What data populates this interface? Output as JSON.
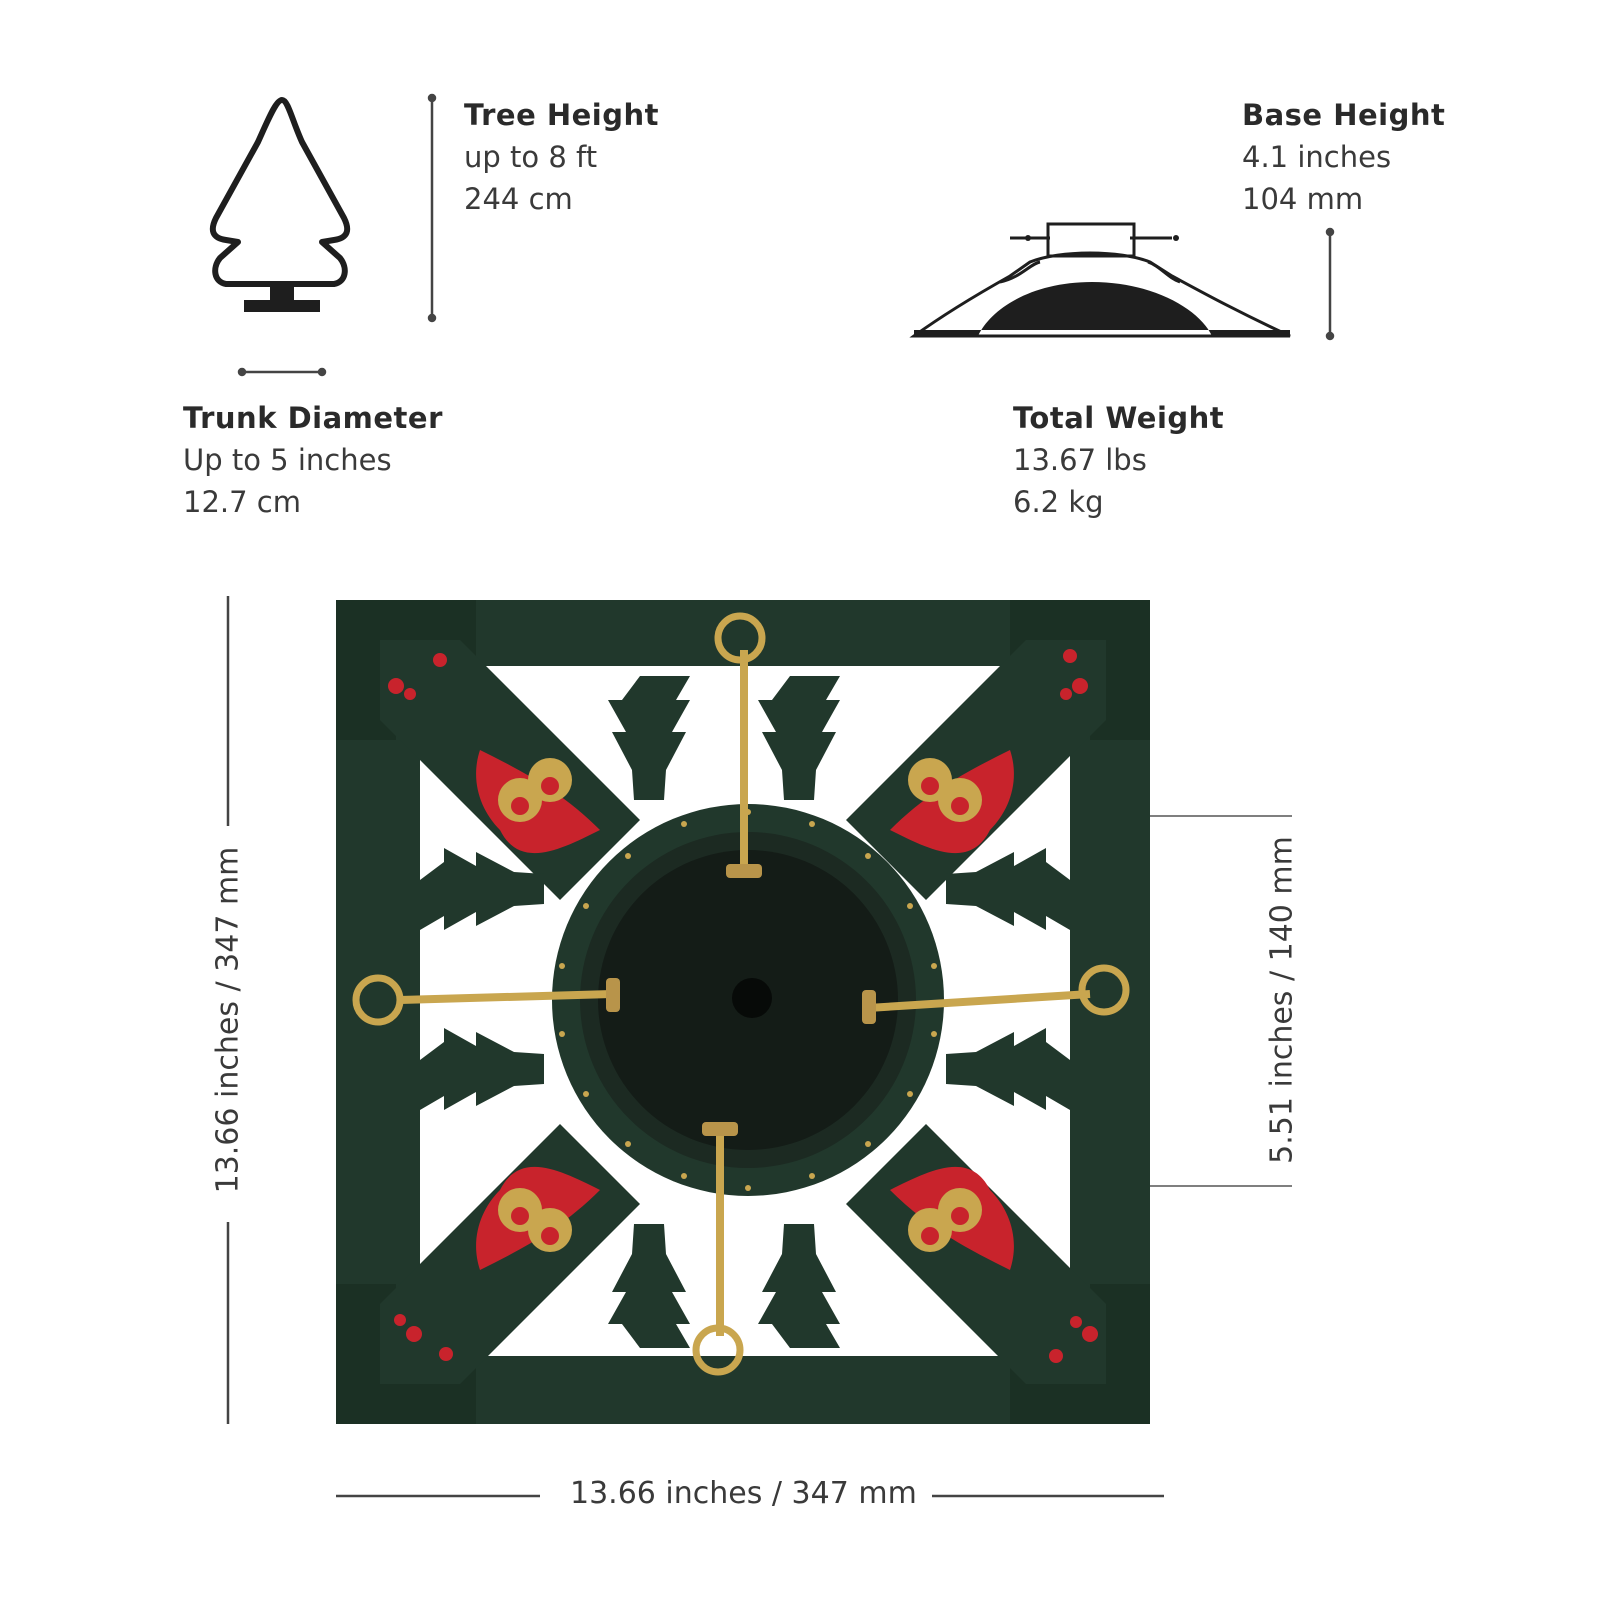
{
  "specs": {
    "tree_height": {
      "title": "Tree Height",
      "line1": "up to 8 ft",
      "line2": "244 cm"
    },
    "base_height": {
      "title": "Base Height",
      "line1": "4.1 inches",
      "line2": "104 mm"
    },
    "trunk_diameter": {
      "title": "Trunk Diameter",
      "line1": "Up to 5 inches",
      "line2": "12.7  cm"
    },
    "total_weight": {
      "title": "Total Weight",
      "line1": "13.67 lbs",
      "line2": "6.2 kg"
    }
  },
  "dimensions": {
    "width_label": "13.66 inches / 347 mm",
    "height_label": "13.66 inches / 347 mm",
    "bowl_label": "5.51 inches / 140 mm"
  },
  "icons": {
    "tree": "tree-outline-icon",
    "base_profile": "base-profile-icon",
    "stand": "tree-stand-photo"
  },
  "colors": {
    "stand_green": "#21382c",
    "accent_red": "#c8232c",
    "gold": "#c9a64f",
    "line": "#444444"
  }
}
